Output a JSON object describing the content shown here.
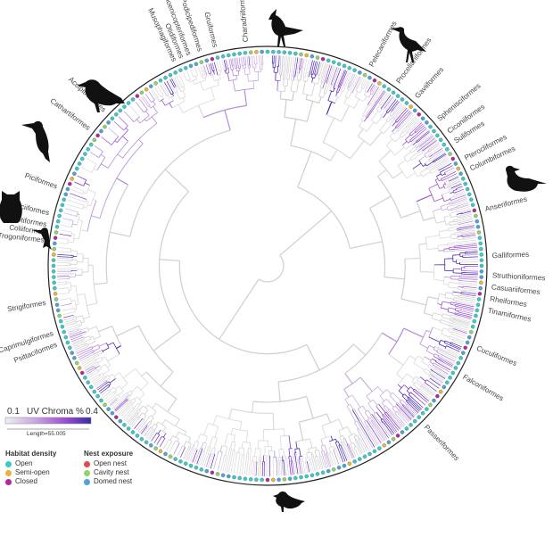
{
  "colorbar": {
    "min": "0.1",
    "max": "0.4",
    "label": "UV Chroma %",
    "length_label": "Length=55.005",
    "colors": [
      "#f0f0f0",
      "#c9a6e0",
      "#9b4fd0",
      "#3a2aa8"
    ]
  },
  "orders_right": [
    "Charadriiformes",
    "Pelecaniformes",
    "Procellariiformes",
    "Gaviiformes",
    "Sphenisciformes",
    "Ciconiiformes",
    "Suliformes",
    "Pterocliformes",
    "Columbiformes",
    "Anseriformes",
    "Galliformes",
    "Struthioniformes",
    "Casuariiformes",
    "Rheiformes",
    "Tinamiformes",
    "Cuculiformes",
    "Falconiformes",
    "Passeriformes"
  ],
  "orders_left": [
    "Gruiformes",
    "Podicipediformes",
    "Phoenicopteriformes",
    "Otidiformes",
    "Musophagiformes",
    "Accipitriformes",
    "Cathartiformes",
    "Piciformes",
    "Coraciiformes",
    "Bucerotiformes",
    "Coliiformes",
    "Trogoniformes",
    "Strigiformes",
    "Caprimulgiformes",
    "Psittaciformes"
  ],
  "legend_habitat": {
    "title": "Habitat density",
    "items": [
      {
        "label": "Open",
        "color": "#3cc9c9"
      },
      {
        "label": "Semi-open",
        "color": "#e8b43a"
      },
      {
        "label": "Closed",
        "color": "#b3279f"
      }
    ]
  },
  "legend_nest": {
    "title": "Nest exposure",
    "items": [
      {
        "label": "Open nest",
        "color": "#e5484d"
      },
      {
        "label": "Cavity nest",
        "color": "#8fd36b"
      },
      {
        "label": "Domed nest",
        "color": "#4aa3d9"
      }
    ]
  },
  "silhouettes": [
    "lapwing-silhouette",
    "heron-silhouette",
    "duck-silhouette",
    "raven-silhouette",
    "woodpecker-silhouette",
    "owl-silhouette",
    "hummingbird-silhouette",
    "songbird-silhouette"
  ]
}
